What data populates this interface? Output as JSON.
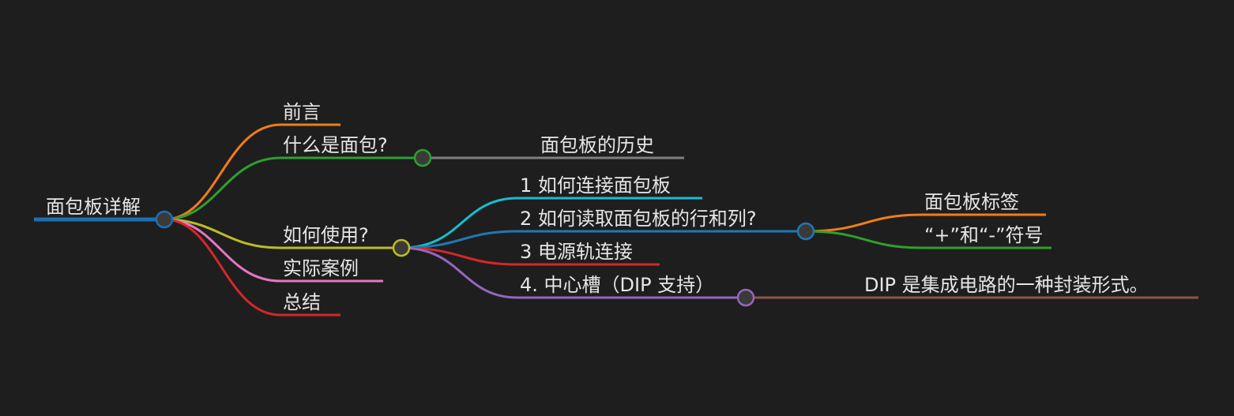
{
  "mindmap": {
    "root": {
      "label": "面包板详解",
      "color": "#1f6fb0"
    },
    "branches": [
      {
        "label": "前言",
        "color": "#f07d1a"
      },
      {
        "label": "什么是面包?",
        "color": "#2ea02e",
        "children": [
          {
            "label": "面包板的历史",
            "color": "#7f7f7f"
          }
        ]
      },
      {
        "label": "如何使用?",
        "color": "#bcbd22",
        "children": [
          {
            "label": "1 如何连接面包板",
            "color": "#17becf"
          },
          {
            "label": "2 如何读取面包板的行和列?",
            "color": "#1f77b4",
            "children": [
              {
                "label": "面包板标签",
                "color": "#f07d1a"
              },
              {
                "label": "“+”和“-”符号",
                "color": "#2ea02e"
              }
            ]
          },
          {
            "label": "3 电源轨连接",
            "color": "#d62728"
          },
          {
            "label": "4. 中心槽（DIP 支持）",
            "color": "#9467bd",
            "children": [
              {
                "label": "DIP 是集成电路的一种封装形式。",
                "color": "#8c564b"
              }
            ]
          }
        ]
      },
      {
        "label": "实际案例",
        "color": "#e377c2"
      },
      {
        "label": "总结",
        "color": "#d62728"
      }
    ]
  }
}
